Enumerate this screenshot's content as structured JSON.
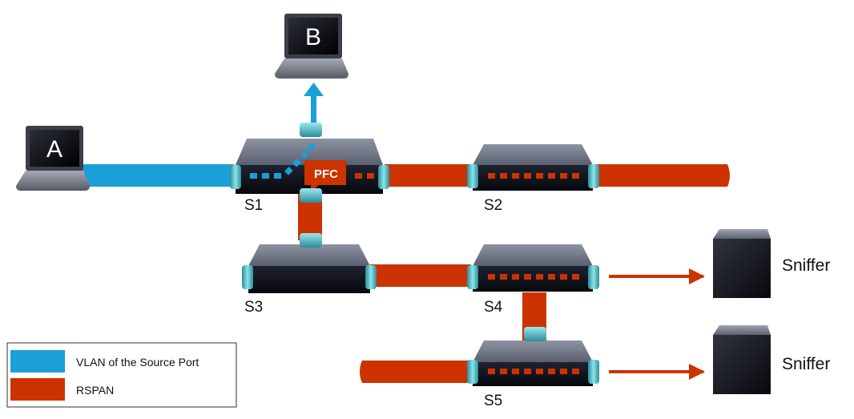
{
  "devices": {
    "laptop_a": {
      "label": "A"
    },
    "laptop_b": {
      "label": "B"
    },
    "pfc": {
      "label": "PFC"
    },
    "switches": {
      "s1": "S1",
      "s2": "S2",
      "s3": "S3",
      "s4": "S4",
      "s5": "S5"
    },
    "sniffer_top": "Sniffer",
    "sniffer_bottom": "Sniffer"
  },
  "legend": {
    "items": [
      {
        "label": "VLAN of the Source Port",
        "color": "#1a9fd6"
      },
      {
        "label": "RSPAN",
        "color": "#cc3300"
      }
    ]
  },
  "colors": {
    "vlan": "#1a9fd6",
    "rspan": "#cc3300",
    "switch_body": "#545a6b",
    "port": "#5fc8d0"
  }
}
